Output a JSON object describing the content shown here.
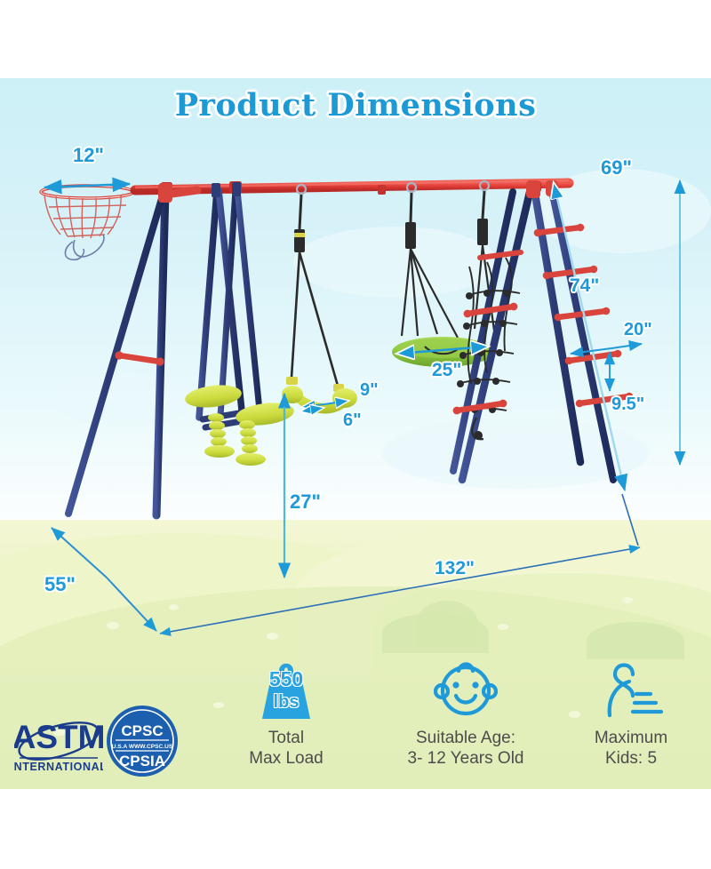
{
  "title": "Product Dimensions",
  "dimensions": {
    "hoop_diameter": "12\"",
    "overall_height": "69\"",
    "ladder_rail_length": "74\"",
    "ladder_width": "20\"",
    "rung_spacing": "9.5\"",
    "saucer_diameter": "25\"",
    "belt_seat_length": "9\"",
    "belt_seat_width": "6\"",
    "seat_height": "27\"",
    "overall_depth": "55\"",
    "overall_width": "132\""
  },
  "certifications": {
    "astm_name": "ASTM",
    "astm_sub": "INTERNATIONAL",
    "cpsc_top": "CPSC",
    "cpsc_mid": "U.S.A  WWW.CPSC.US",
    "cpsc_bottom": "CPSIA"
  },
  "specs": [
    {
      "icon": "weight-icon",
      "value": "550",
      "unit": "lbs",
      "caption_line1": "Total",
      "caption_line2": "Max Load"
    },
    {
      "icon": "baby-face-icon",
      "caption_line1": "Suitable Age:",
      "caption_line2": "3- 12 Years Old"
    },
    {
      "icon": "kids-stairs-icon",
      "caption_line1": "Maximum",
      "caption_line2": "Kids: 5"
    }
  ],
  "colors": {
    "accent_blue": "#1f9ad8",
    "frame_red": "#e03c36",
    "frame_navy": "#2d3c77",
    "seat_green": "#cada3c",
    "saucer_green": "#8cc63f",
    "sky": "#cdf0f7",
    "ground": "#e9f2c4",
    "caption_gray": "#4c4c4c"
  }
}
